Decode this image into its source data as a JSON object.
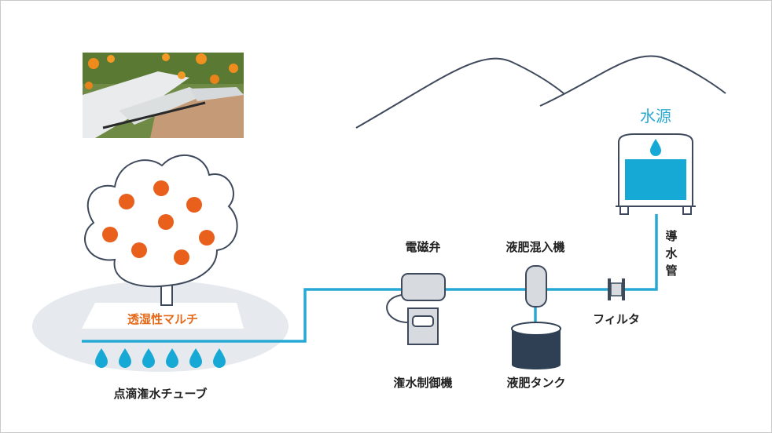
{
  "labels": {
    "water_source": "水源",
    "conduit": [
      "導",
      "水",
      "管"
    ],
    "filter": "フィルタ",
    "fertilizer_mixer": "液肥混入機",
    "solenoid_valve": "電磁弁",
    "irrigation_controller": "潅水制御機",
    "fertilizer_tank": "液肥タンク",
    "mulch": "透湿性マルチ",
    "drip_tube": "点滴潅水チューブ"
  },
  "colors": {
    "pipe": "#27a9d6",
    "water": "#17a9d5",
    "outline": "#3e4a5c",
    "tank_dark": "#2f3f54",
    "fruit": "#e8601c",
    "ground": "#e6e9ed",
    "mulch_label": "#e46a1a"
  },
  "photo": {
    "icon": "orchard-photo"
  }
}
